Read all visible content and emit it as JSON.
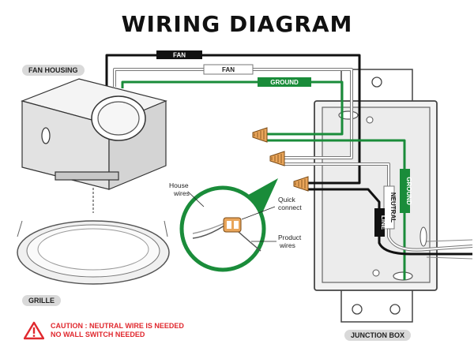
{
  "title": "WIRING DIAGRAM",
  "labels": {
    "fan_housing": "FAN HOUSING",
    "grille": "GRILLE",
    "junction_box": "JUNCTION BOX"
  },
  "wires": {
    "fan_black": "FAN",
    "fan_white": "FAN",
    "ground": "GROUND",
    "ground_vertical": "GROUND",
    "neutral": "NEUTRAL",
    "line": "LINE"
  },
  "callout": {
    "house_wires": [
      "House",
      "wires"
    ],
    "quick_connect": [
      "Quick",
      "connect"
    ],
    "product_wires": [
      "Product",
      "wires"
    ]
  },
  "caution": {
    "line1": "CAUTION : NEUTRAL WIRE IS NEEDED",
    "line2": "NO WALL SWITCH NEEDED"
  },
  "colors": {
    "ground_green": "#1a8c3a",
    "line_black": "#111111",
    "caution_red": "#e0282e"
  },
  "icons": [
    "warning-triangle-icon",
    "wire-nut-icon"
  ]
}
